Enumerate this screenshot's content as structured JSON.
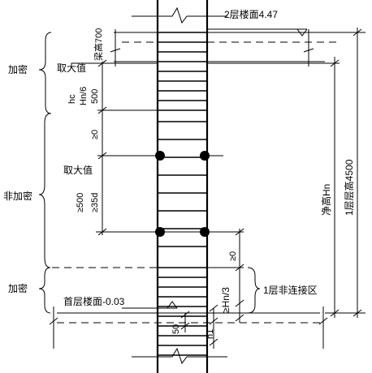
{
  "labels": {
    "floor2": "2层楼面4.47",
    "floor1": "首层楼面-0.03",
    "beam_height": "梁高700",
    "zone_dense_top": "加密",
    "zone_nondense": "非加密",
    "zone_dense_bottom": "加密",
    "take_max_1": "取大值",
    "take_max_2": "取大值",
    "hc": "hc",
    "hn6": "Hn/6",
    "v500a": "500",
    "ge0_a": "≥0",
    "ge500": "≥500",
    "ge35d": "≥35d",
    "ge0_b": "≥0",
    "ge_hn3": "≥Hn/3",
    "h1": "h1",
    "v50": "50",
    "clear_height": "净高Hn",
    "floor_height": "1层层高4500",
    "non_connect": "1层非连接区"
  }
}
